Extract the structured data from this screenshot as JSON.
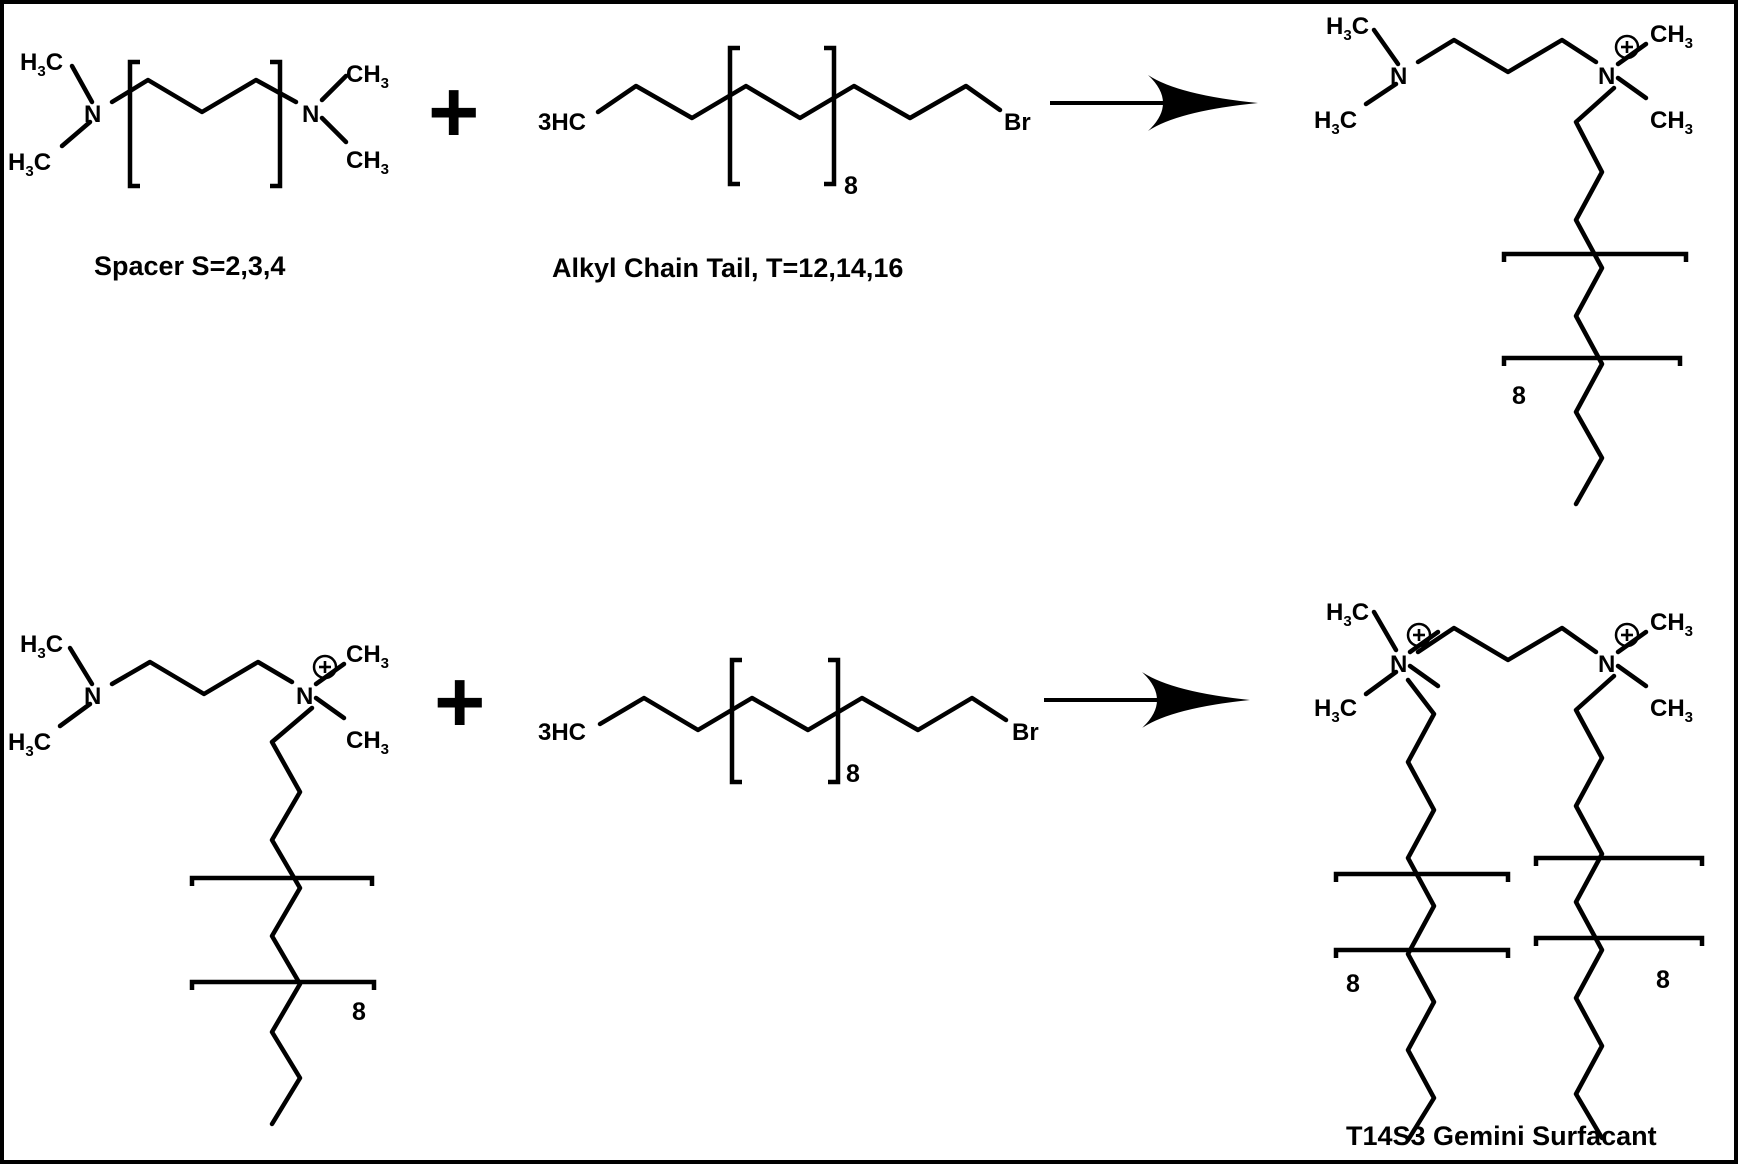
{
  "atoms": {
    "N": "N",
    "H": "H",
    "C": "C",
    "CH": "CH",
    "three": "3",
    "hc3": "3HC",
    "br": "Br"
  },
  "signs": {
    "plus": "+",
    "positive_charge": "+"
  },
  "repeat_count": "8",
  "labels": {
    "spacer": "Spacer  S=2,3,4",
    "tail": "Alkyl Chain Tail, T=12,14,16",
    "product": "T14S3 Gemini Surfacant"
  }
}
